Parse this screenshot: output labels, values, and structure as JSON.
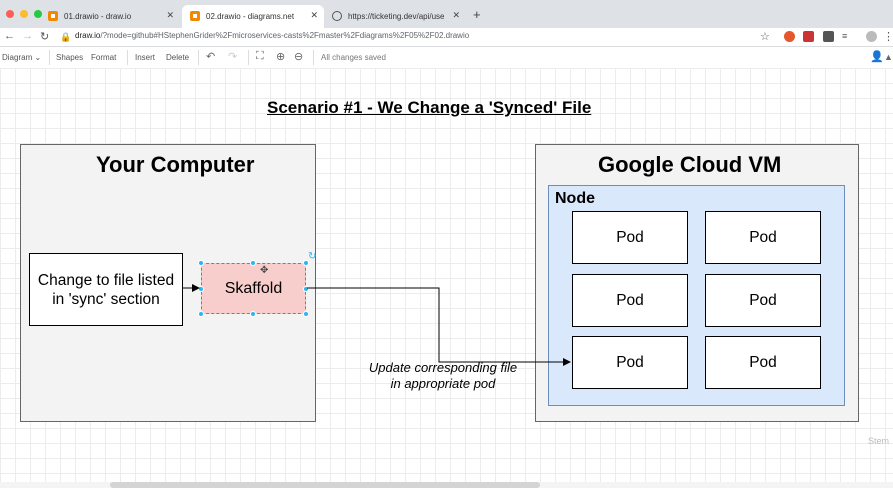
{
  "browser": {
    "tabs": [
      {
        "title": "01.drawio - draw.io",
        "active": false,
        "icon": "drawio-icon"
      },
      {
        "title": "02.drawio - diagrams.net",
        "active": true,
        "icon": "drawio-icon"
      },
      {
        "title": "https://ticketing.dev/api/users/cu",
        "active": false,
        "icon": "globe-icon"
      }
    ],
    "new_tab": "+",
    "url_host": "draw.io",
    "url_rest": "/?mode=github#HStephenGrider%2Fmicroservices-casts%2Fmaster%2Fdiagrams%2F05%2F02.drawio"
  },
  "toolbar": {
    "diagram": "Diagram",
    "shapes": "Shapes",
    "format": "Format",
    "insert": "Insert",
    "delete": "Delete",
    "status": "All changes saved"
  },
  "diagram": {
    "title": "Scenario #1 - We Change a 'Synced' File",
    "your_computer": "Your Computer",
    "change_box": "Change to file listed in 'sync' section",
    "skaffold": "Skaffold",
    "cloud_vm": "Google Cloud VM",
    "node": "Node",
    "pods": [
      "Pod",
      "Pod",
      "Pod",
      "Pod",
      "Pod",
      "Pod"
    ],
    "update_text": "Update corresponding file in appropriate pod"
  },
  "colors": {
    "container_fill": "#f3f3f3",
    "node_fill": "#dae8fc",
    "node_stroke": "#6c8ebf",
    "skaffold_fill": "#f8cecc",
    "selection_handle": "#29b6f2"
  }
}
